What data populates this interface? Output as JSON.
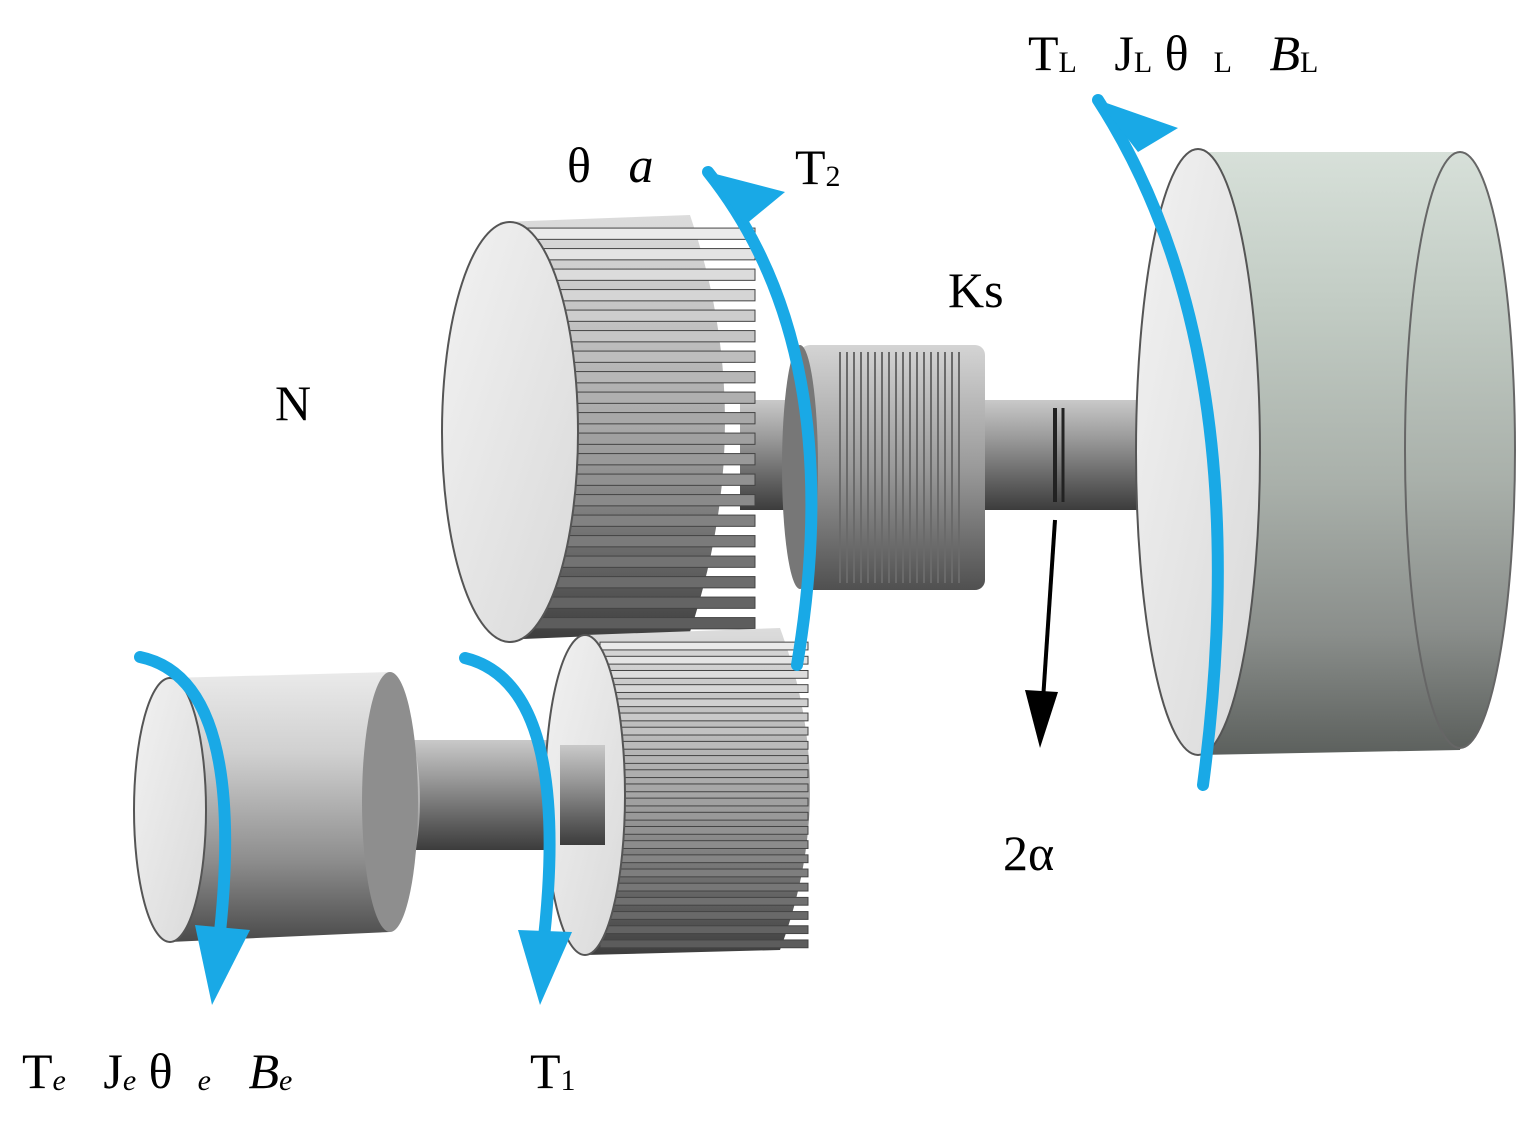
{
  "labels": {
    "load": {
      "t": "T",
      "t_sub": "L",
      "j": "J",
      "j_sub": "L",
      "theta": "θ",
      "theta_sub": "L",
      "b": "B",
      "b_sub": "L"
    },
    "gear_angle": {
      "theta": "θ",
      "sym": "a"
    },
    "t2": {
      "t": "T",
      "sub": "2"
    },
    "ks": "Ks",
    "n": "N",
    "alpha": "2α",
    "engine": {
      "t": "T",
      "t_sub": "e",
      "j": "J",
      "j_sub": "e",
      "theta": "θ",
      "theta_sub": "e",
      "b": "B",
      "b_sub": "e"
    },
    "t1": {
      "t": "T",
      "sub": "1"
    }
  },
  "colors": {
    "arrow_blue": "#19a9e6",
    "arrow_black": "#000000"
  }
}
